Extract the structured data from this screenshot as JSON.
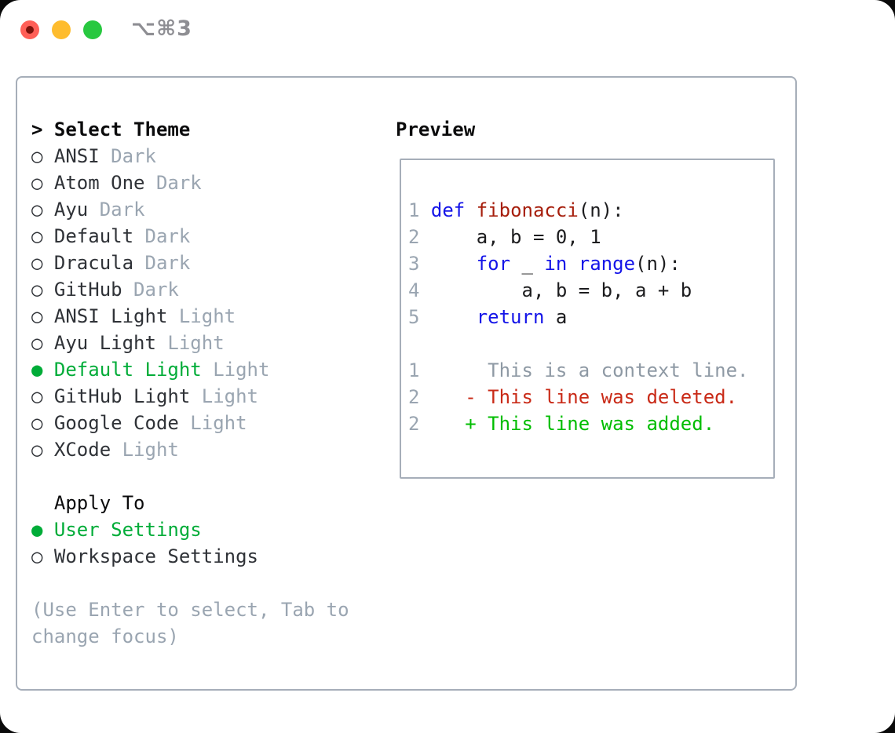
{
  "window": {
    "title": "⌥⌘3",
    "traffic_lights": [
      "close",
      "minimize",
      "zoom"
    ]
  },
  "colors": {
    "traffic_red": "#ff5f57",
    "traffic_red_dot": "#7c120b",
    "traffic_yellow": "#febc2e",
    "traffic_green": "#28c840",
    "title_gray": "#8e8e93",
    "border_gray": "#a6aeb9",
    "header_black": "#0b0b0c",
    "item_text": "#2f3237",
    "muted_gray": "#9aa5b1",
    "context_gray": "#8e99a4",
    "accent_green": "#00ac38",
    "added_green": "#00bd00",
    "deleted_red": "#c92a17",
    "keyword_blue": "#1414e8",
    "function_red": "#a61e0c",
    "code_text": "#1c1c1e"
  },
  "icons": {
    "radio_on": "●",
    "radio_off": "○",
    "prompt": ">"
  },
  "theme_list": {
    "header": "Select Theme",
    "items": [
      {
        "name": "ANSI",
        "variant": "Dark",
        "selected": false
      },
      {
        "name": "Atom One",
        "variant": "Dark",
        "selected": false
      },
      {
        "name": "Ayu",
        "variant": "Dark",
        "selected": false
      },
      {
        "name": "Default",
        "variant": "Dark",
        "selected": false
      },
      {
        "name": "Dracula",
        "variant": "Dark",
        "selected": false
      },
      {
        "name": "GitHub",
        "variant": "Dark",
        "selected": false
      },
      {
        "name": "ANSI Light",
        "variant": "Light",
        "selected": false
      },
      {
        "name": "Ayu Light",
        "variant": "Light",
        "selected": false
      },
      {
        "name": "Default Light",
        "variant": "Light",
        "selected": true
      },
      {
        "name": "GitHub Light",
        "variant": "Light",
        "selected": false
      },
      {
        "name": "Google Code",
        "variant": "Light",
        "selected": false
      },
      {
        "name": "XCode",
        "variant": "Light",
        "selected": false
      }
    ]
  },
  "apply_to": {
    "header": "Apply To",
    "options": [
      {
        "name": "User Settings",
        "selected": true
      },
      {
        "name": "Workspace Settings",
        "selected": false
      }
    ]
  },
  "hint": {
    "line1": "(Use Enter to select, Tab to",
    "line2": "change focus)"
  },
  "preview": {
    "label": "Preview",
    "code_lines": [
      {
        "num": "1",
        "tokens": [
          {
            "t": "def",
            "c": "kw"
          },
          {
            "t": " ",
            "c": "pl"
          },
          {
            "t": "fibonacci",
            "c": "fn"
          },
          {
            "t": "(n):",
            "c": "pl"
          }
        ]
      },
      {
        "num": "2",
        "tokens": [
          {
            "t": "    a, b = 0, 1",
            "c": "pl"
          }
        ]
      },
      {
        "num": "3",
        "tokens": [
          {
            "t": "    ",
            "c": "pl"
          },
          {
            "t": "for",
            "c": "kw"
          },
          {
            "t": " _ ",
            "c": "pl"
          },
          {
            "t": "in",
            "c": "kw"
          },
          {
            "t": " ",
            "c": "pl"
          },
          {
            "t": "range",
            "c": "kw"
          },
          {
            "t": "(n):",
            "c": "pl"
          }
        ]
      },
      {
        "num": "4",
        "tokens": [
          {
            "t": "        a, b = b, a + b",
            "c": "pl"
          }
        ]
      },
      {
        "num": "5",
        "tokens": [
          {
            "t": "    ",
            "c": "pl"
          },
          {
            "t": "return",
            "c": "kw"
          },
          {
            "t": " a",
            "c": "pl"
          }
        ]
      }
    ],
    "diff_lines": [
      {
        "num": "1",
        "type": "context",
        "text": "     This is a context line."
      },
      {
        "num": "2",
        "type": "deleted",
        "text": "   - This line was deleted."
      },
      {
        "num": "2",
        "type": "added",
        "text": "   + This line was added."
      }
    ]
  }
}
